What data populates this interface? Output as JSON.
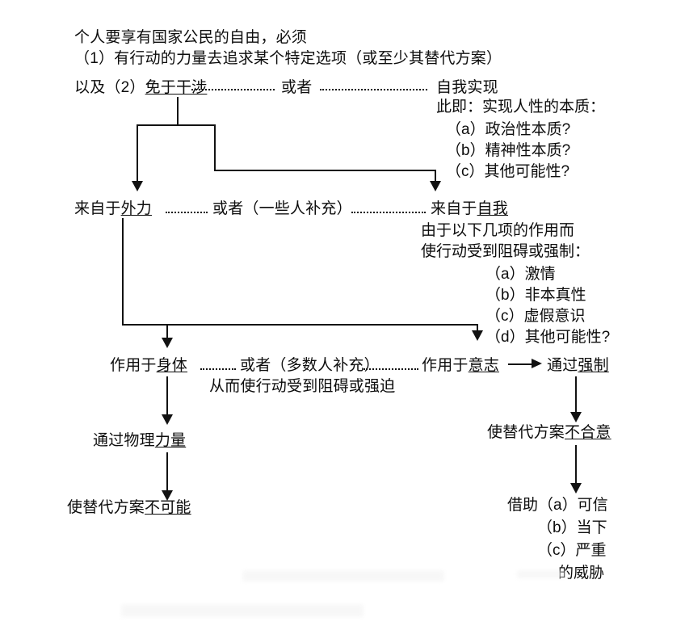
{
  "document": {
    "title": "个人自由条件流程图",
    "language": "zh-CN",
    "ink_color": "#121212",
    "background_color": "#ffffff"
  },
  "header": {
    "line1": "个人要享有国家公民的自由，必须",
    "line2": "（1）有行动的力量去追求某个特定选项（或至少其替代方案）",
    "line3_prefix": "以及（2）",
    "line3_term": "免于干涉",
    "line3_connector": "或者",
    "line3_right": "自我实现"
  },
  "self_realization_block": {
    "intro": "此即：实现人性的本质：",
    "items": [
      "（a）政治性本质?",
      "（b）精神性本质?",
      "（c）其他可能性?"
    ]
  },
  "level2": {
    "left_prefix": "来自于",
    "left_term": "外力",
    "connector": "或者（一些人补充）",
    "right_prefix": "来自于",
    "right_term": "自我"
  },
  "self_source_block": {
    "line1": "由于以下几项的作用而",
    "line2": "使行动受到阻碍或强制：",
    "items": [
      "（a）激情",
      "（b）非本真性",
      "（c）虚假意识",
      "（d）其他可能性?"
    ]
  },
  "level3": {
    "left_prefix": "作用于",
    "left_term": "身体",
    "connector": "或者（多数人补充）",
    "right_prefix": "作用于",
    "right_term": "意志",
    "sub_note": "从而使行动受到阻碍或强迫",
    "far_right_prefix": "通过",
    "far_right_term": "强制"
  },
  "left_branch": {
    "step1_prefix": "通过物理",
    "step1_term": "力量",
    "step2_prefix": "使替代方案",
    "step2_term": "不可能"
  },
  "right_branch": {
    "step1_prefix": "使替代方案",
    "step1_term": "不合意",
    "step2_lead": "借助",
    "step2_items": [
      "（a）可信",
      "（b）当下",
      "（c）严重",
      "的威胁"
    ]
  }
}
